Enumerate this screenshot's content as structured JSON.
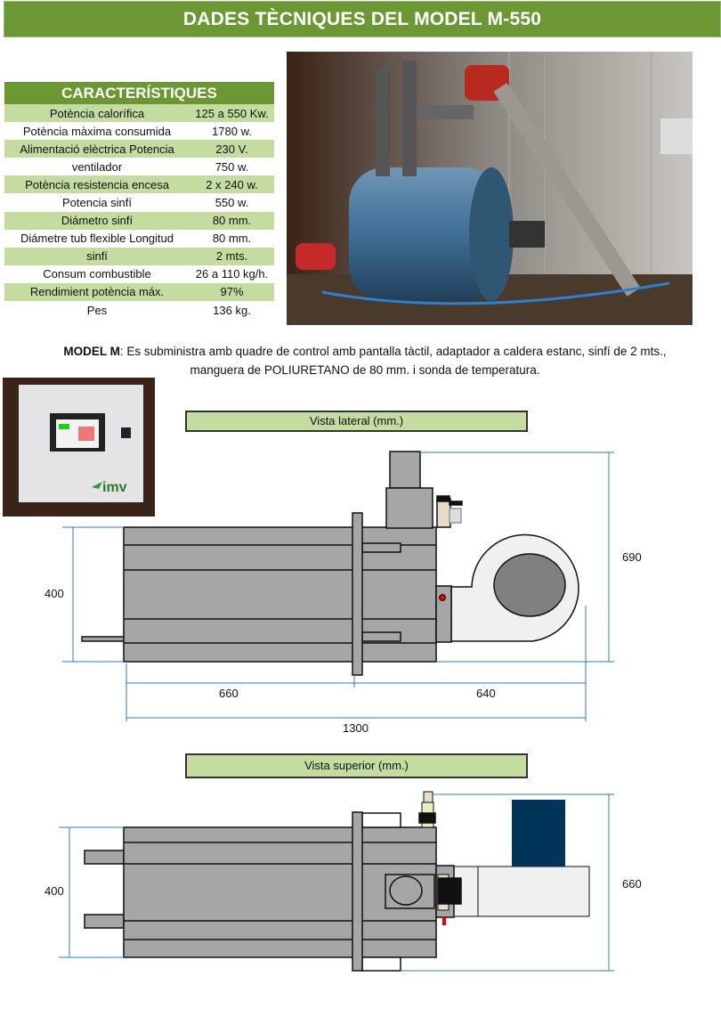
{
  "header": {
    "title": "DADES TÈCNIQUES DEL MODEL  M-550"
  },
  "specs": {
    "heading": "CARACTERÍSTIQUES",
    "rows": [
      {
        "label": "Potència calorífica",
        "value": "125 a 550 Kw."
      },
      {
        "label": "Potència màxima consumida",
        "value": "1780 w."
      },
      {
        "label": "Alimentació elèctrica Potencia",
        "value": "230 V."
      },
      {
        "label": "ventilador",
        "value": "750 w."
      },
      {
        "label": "Potència resistencia encesa",
        "value": "2 x 240 w."
      },
      {
        "label": "Potencia sinfí",
        "value": "550 w."
      },
      {
        "label": "Diámetro sinfí",
        "value": "80 mm."
      },
      {
        "label": "Diámetre tub flexible Longitud",
        "value": "80 mm."
      },
      {
        "label": "sinfí",
        "value": "2 mts."
      },
      {
        "label": "Consum combustible",
        "value": "26 a 110 kg/h."
      },
      {
        "label": "Rendimient potència máx.",
        "value": "97%"
      },
      {
        "label": "Pes",
        "value": "136 kg."
      }
    ]
  },
  "description": {
    "bold": "MODEL M",
    "text": ": Es subministra amb quadre de control amb pantalla tàctil, adaptador a caldera estanc, sinfí de 2 mts., manguera de POLIURETANO de 80 mm.  i sonda de temperatura."
  },
  "panel_logo": "imv",
  "side_view": {
    "title": "Vista lateral (mm.)",
    "height": "400",
    "total_height": "690",
    "len_a": "660",
    "len_b": "640",
    "total_len": "1300"
  },
  "top_view": {
    "title": "Vista superior (mm.)",
    "height": "400",
    "total_width": "660"
  },
  "colors": {
    "green": "#6b9833",
    "light_green": "#c4dca0",
    "dimension": "#2a7fc1",
    "motor": "#003459"
  }
}
